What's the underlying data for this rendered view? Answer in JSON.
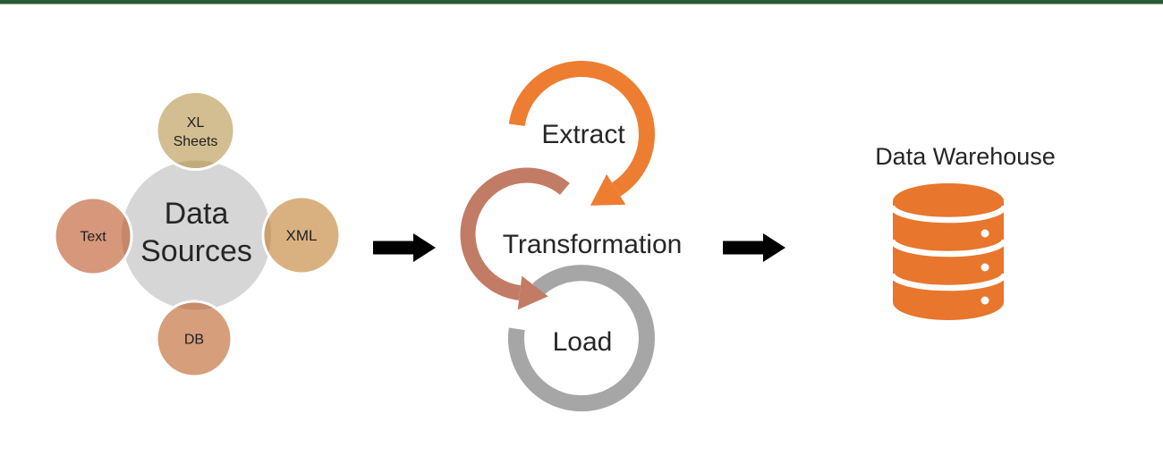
{
  "accent_bar": {
    "color": "#2A5734"
  },
  "data_sources": {
    "title_line1": "Data",
    "title_line2": "Sources",
    "hub_color": "#D7D6D6",
    "satellites": [
      {
        "id": "xl-sheets",
        "line1": "XL",
        "line2": "Sheets",
        "color": "#D2BE90",
        "overlap_color": "#C2AC7C"
      },
      {
        "id": "text",
        "label": "Text",
        "color": "#D6977B",
        "overlap_color": "#C6876B"
      },
      {
        "id": "xml",
        "label": "XML",
        "color": "#D9B181",
        "overlap_color": "#C9A06F"
      },
      {
        "id": "db",
        "label": "DB",
        "color": "#D79E7B",
        "overlap_color": "#C68D6A"
      }
    ]
  },
  "etl_cycle": {
    "steps": [
      {
        "label": "Extract",
        "color": "#ED7D31"
      },
      {
        "label": "Transformation",
        "color": "#C27C66"
      },
      {
        "label": "Load",
        "color": "#A6A6A6"
      }
    ]
  },
  "connectors": {
    "color": "#000000",
    "outline": "#9E9E9E"
  },
  "warehouse": {
    "title": "Data Warehouse",
    "icon_color": "#E8762C"
  }
}
